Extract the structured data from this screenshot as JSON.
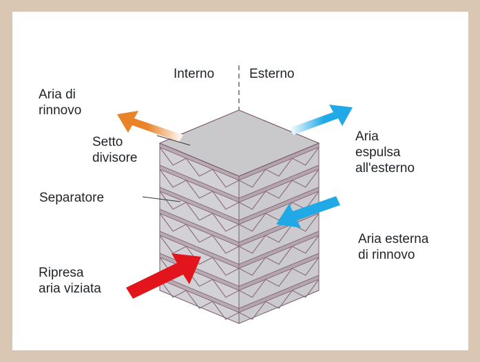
{
  "labels": {
    "interno": "Interno",
    "esterno": "Esterno",
    "aria_di_rinnovo": [
      "Aria di",
      "rinnovo"
    ],
    "setto_divisore": [
      "Setto",
      "divisore"
    ],
    "separatore": "Separatore",
    "ripresa_aria_viziata": [
      "Ripresa",
      "aria viziata"
    ],
    "aria_espulsa": [
      "Aria",
      "espulsa",
      "all'esterno"
    ],
    "aria_esterna": [
      "Aria esterna",
      "di rinnovo"
    ]
  },
  "colors": {
    "background": "#d9c7b3",
    "panel": "#ffffff",
    "arrow_rinnovo": "#e8832a",
    "arrow_espulsa": "#1fa9e6",
    "arrow_esterna": "#1fa9e6",
    "arrow_viziata": "#e1151b",
    "plate": "#c9c9cc",
    "plate_edge": "#7a5a6a",
    "fin": "#8a6f7c"
  }
}
